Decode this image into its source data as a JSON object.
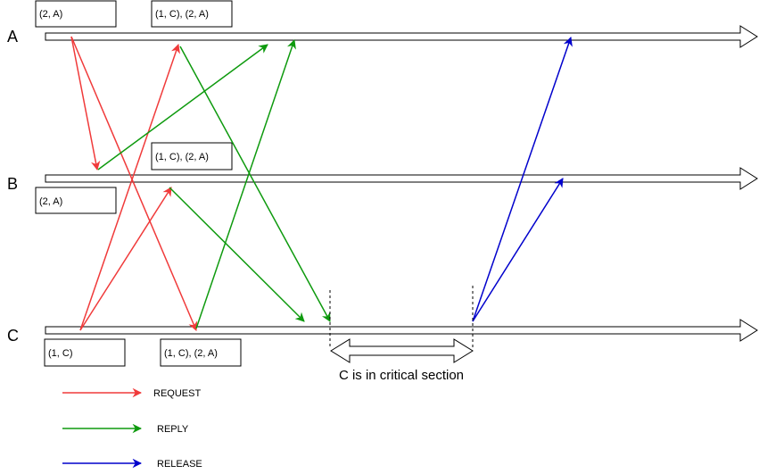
{
  "processes": {
    "a": "A",
    "b": "B",
    "c": "C"
  },
  "queues": {
    "a_initial": "(2, A)",
    "a_later": "(1, C), (2, A)",
    "b_later": "(1, C), (2, A)",
    "b_initial": "(2, A)",
    "c_initial": "(1, C)",
    "c_later": "(1, C), (2, A)"
  },
  "critical_section_label": "C is in critical section",
  "legend": {
    "request": "REQUEST",
    "reply": "REPLY",
    "release": "RELEASE"
  },
  "colors": {
    "request": "#f03a3a",
    "reply": "#0e9a0e",
    "release": "#0000cc"
  }
}
